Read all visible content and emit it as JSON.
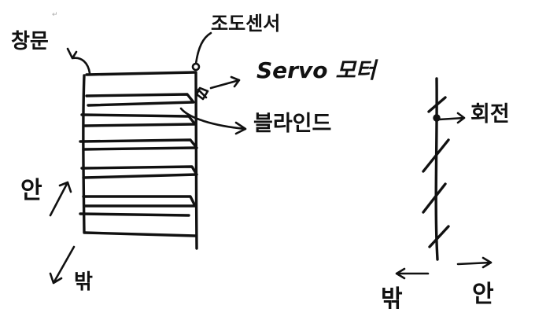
{
  "labels": {
    "window": "창문",
    "illuminance_sensor": "조도센서",
    "servo_motor": "Servo 모터",
    "blind": "블라인드",
    "inside_left": "안",
    "outside_left": "밖",
    "rotation": "회전",
    "outside_right": "밖",
    "inside_right": "안"
  },
  "paragraph_mark": "↵"
}
